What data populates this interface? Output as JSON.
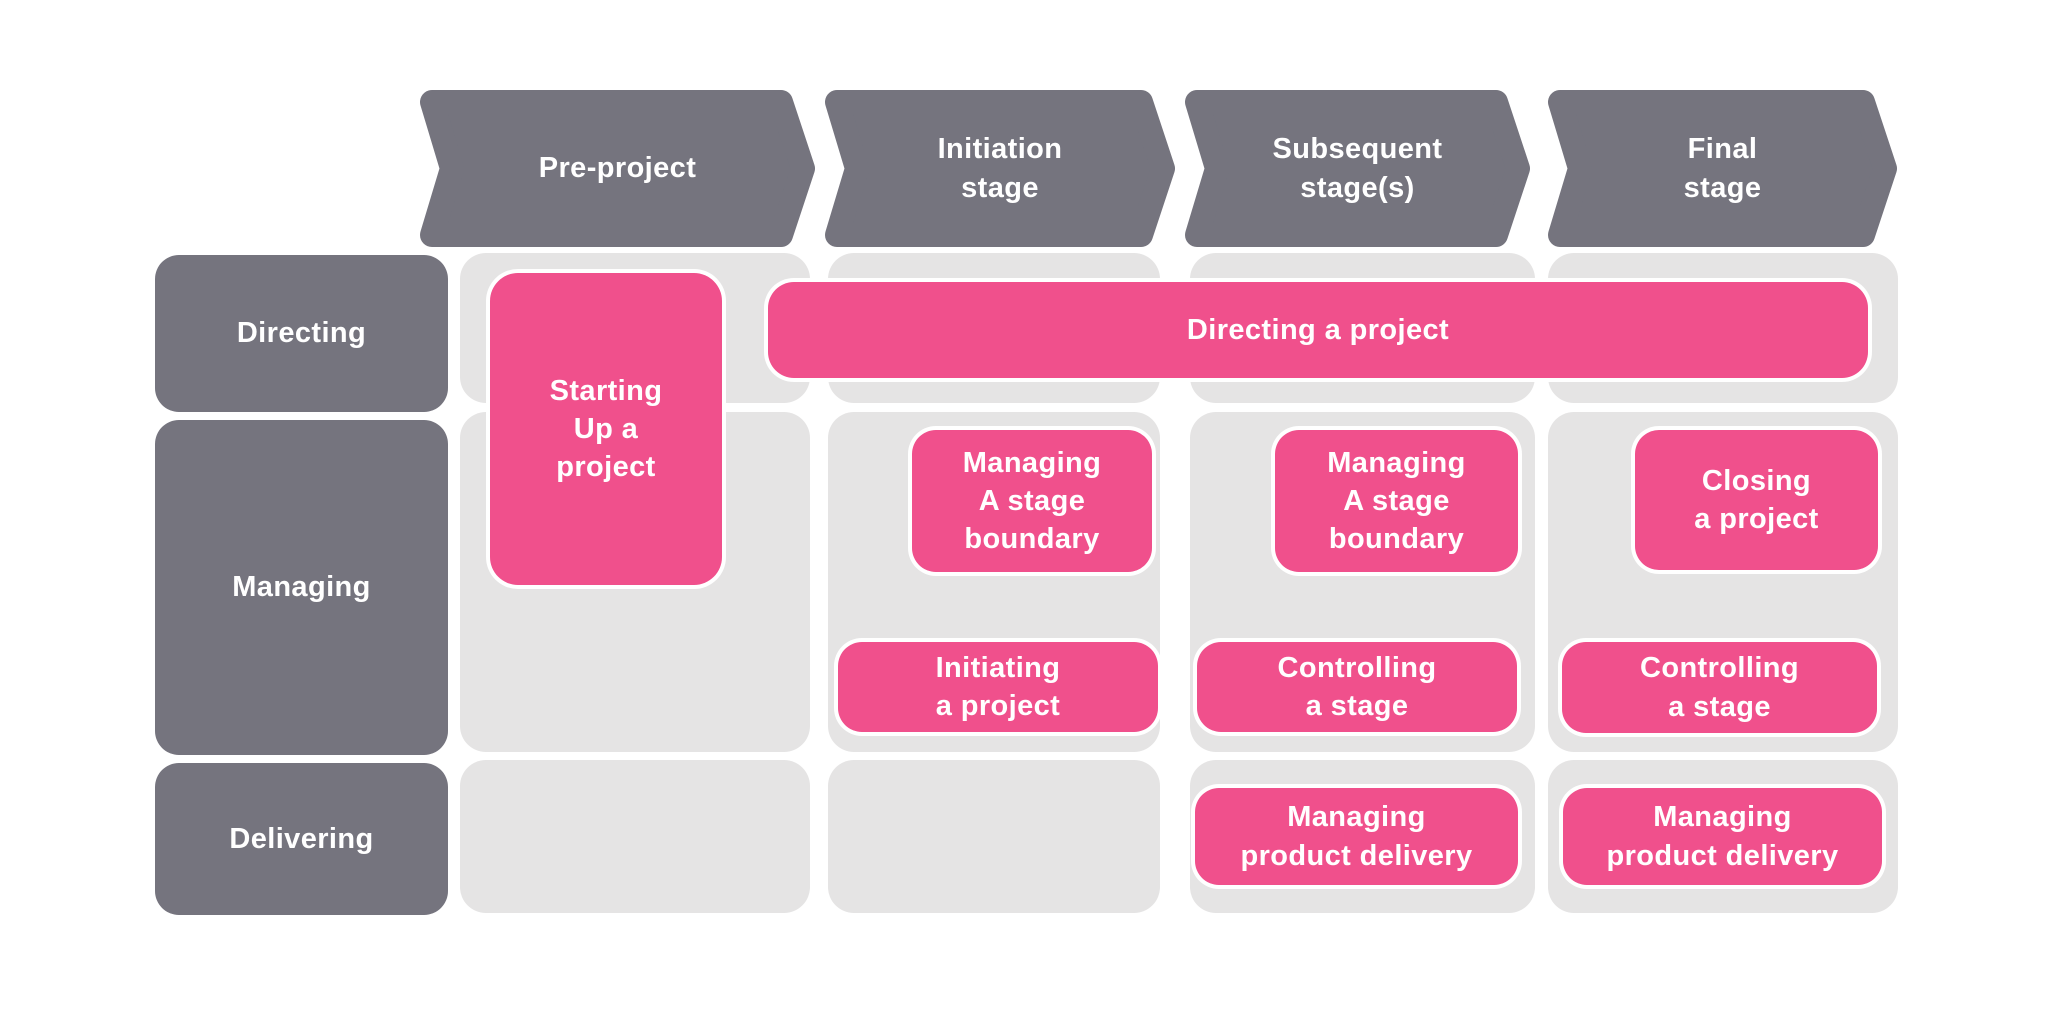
{
  "colors": {
    "accent_pink": "#F0508C",
    "header_gray": "#75747E",
    "panel_gray": "#E5E4E4",
    "background": "#FFFFFF",
    "text_on_shapes": "#FFFFFF"
  },
  "stage_headers": [
    {
      "id": "pre-project",
      "label": "Pre-project"
    },
    {
      "id": "initiation-stage",
      "label": "Initiation\nstage"
    },
    {
      "id": "subsequent-stages",
      "label": "Subsequent\nstage(s)"
    },
    {
      "id": "final-stage",
      "label": "Final\nstage"
    }
  ],
  "row_headers": [
    {
      "id": "directing",
      "label": "Directing"
    },
    {
      "id": "managing",
      "label": "Managing"
    },
    {
      "id": "delivering",
      "label": "Delivering"
    }
  ],
  "processes": {
    "starting_up": {
      "label": "Starting\nUp a\nproject",
      "row": "Directing/Managing",
      "column": "Pre-project"
    },
    "directing_project": {
      "label": "Directing a project",
      "row": "Directing",
      "column": "Initiation stage – Final stage"
    },
    "msb_initiation": {
      "label": "Managing\nA stage\nboundary",
      "row": "Managing",
      "column": "Initiation stage"
    },
    "msb_subsequent": {
      "label": "Managing\nA stage\nboundary",
      "row": "Managing",
      "column": "Subsequent stage(s)"
    },
    "closing_project": {
      "label": "Closing\na project",
      "row": "Managing",
      "column": "Final stage"
    },
    "initiating_project": {
      "label": "Initiating\na project",
      "row": "Managing",
      "column": "Initiation stage"
    },
    "controlling_subsequent": {
      "label": "Controlling\na stage",
      "row": "Managing",
      "column": "Subsequent stage(s)"
    },
    "controlling_final": {
      "label": "Controlling\na stage",
      "row": "Managing",
      "column": "Final stage"
    },
    "mpd_subsequent": {
      "label": "Managing\nproduct delivery",
      "row": "Delivering",
      "column": "Subsequent stage(s)"
    },
    "mpd_final": {
      "label": "Managing\nproduct delivery",
      "row": "Delivering",
      "column": "Final stage"
    }
  }
}
